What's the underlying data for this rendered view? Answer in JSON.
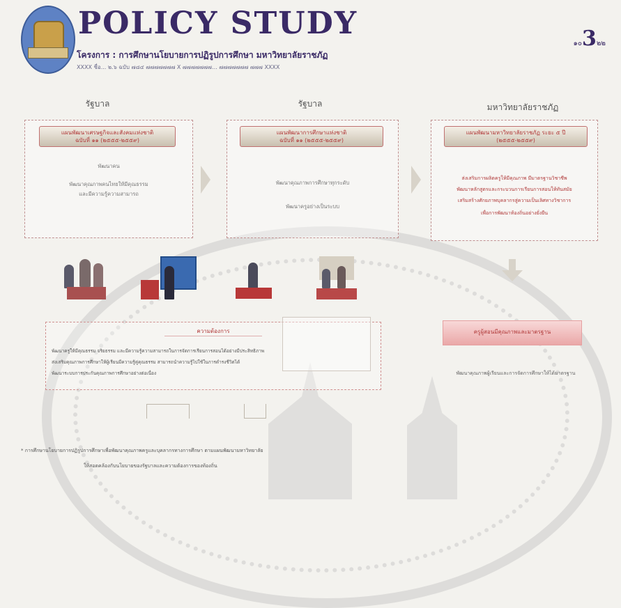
{
  "header": {
    "title": "POLICY STUDY",
    "page_prefix": "๑๐",
    "page_number": "3",
    "page_suffix": "๒๒",
    "subtitle": "โครงการ : การศึกษานโยบายการปฏิรูปการศึกษา มหาวิทยาลัยราชภัฏ",
    "subline": "XXXX  ชื่อ...  ๒.๖ ฉบับ  ๗๘๔  ๗๗๗๗๗๗๗  X  ๗๗๗๗๗๗๗...  ๗๗๗๗๗๗๗  ๗๗๗  XXXX"
  },
  "columns": [
    {
      "heading": "รัฐบาล",
      "pill": [
        "แผนพัฒนาเศรษฐกิจและสังคมแห่งชาติ",
        "ฉบับที่ ๑๑ (๒๕๕๕-๒๕๕๙)"
      ],
      "lines": [
        "พัฒนาคน",
        "พัฒนาคุณภาพคนไทยให้มีคุณธรรม",
        "และมีความรู้ความสามารถ"
      ]
    },
    {
      "heading": "รัฐบาล",
      "pill": [
        "แผนพัฒนาการศึกษาแห่งชาติ",
        "ฉบับที่ ๑๑ (๒๕๕๕-๒๕๕๙)"
      ],
      "lines": [
        "พัฒนาคุณภาพการศึกษาทุกระดับ",
        "พัฒนาครูอย่างเป็นระบบ"
      ]
    },
    {
      "heading": "มหาวิทยาลัยราชภัฏ",
      "pill": [
        "แผนพัฒนามหาวิทยาลัยราชภัฏ ระยะ ๕ ปี",
        "(๒๕๕๕-๒๕๕๙)"
      ],
      "lines": [
        "ส่งเสริมการผลิตครูให้มีคุณภาพ มีมาตรฐานวิชาชีพ",
        "พัฒนาหลักสูตรและกระบวนการเรียนการสอนให้ทันสมัย",
        "เสริมสร้างศักยภาพบุคลากรสู่ความเป็นเลิศทางวิชาการ",
        "เพื่อการพัฒนาท้องถิ่นอย่างยั่งยืน"
      ]
    }
  ],
  "bottom": {
    "heading": "ความต้องการ",
    "lines": [
      "พัฒนาครูให้มีคุณธรรม จริยธรรม และมีความรู้ความสามารถในการจัดการเรียนการสอนได้อย่างมีประสิทธิภาพ",
      "ส่งเสริมคุณภาพการศึกษาให้ผู้เรียนมีความรู้คู่คุณธรรม สามารถนำความรู้ไปใช้ในการดำรงชีวิตได้",
      "พัฒนาระบบการประกันคุณภาพการศึกษาอย่างต่อเนื่อง"
    ],
    "button": "ครูผู้สอนมีคุณภาพและมาตรฐาน",
    "right_text": "พัฒนาคุณภาพผู้เรียนและการจัดการศึกษาให้ได้มาตรฐาน"
  },
  "footer": [
    "* การศึกษานโยบายการปฏิรูปการศึกษาเพื่อพัฒนาคุณภาพครูและบุคลากรทางการศึกษา ตามแผนพัฒนามหาวิทยาลัย",
    "ให้สอดคล้องกับนโยบายของรัฐบาลและความต้องการของท้องถิ่น"
  ]
}
